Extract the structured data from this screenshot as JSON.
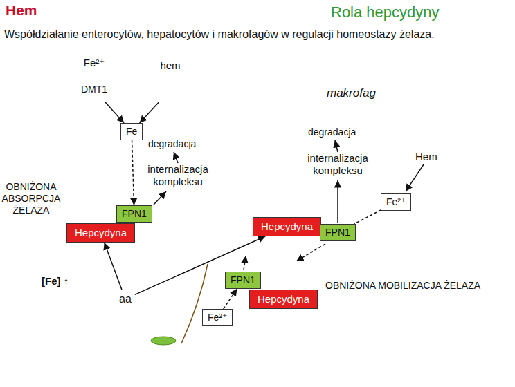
{
  "diagram": {
    "title": "Rola hepcydyny",
    "nodes": [
      {
        "text": [
          "Fe²⁺",
          "DMT1"
        ]
      },
      {
        "text": [
          "hem"
        ]
      },
      {
        "text": [
          "Fe"
        ]
      },
      {
        "text": [
          "FPN1"
        ]
      },
      {
        "text": [
          "Hepcydyna"
        ]
      },
      {
        "text": [
          "makrofag"
        ]
      },
      {
        "text": [
          "Fe²⁺"
        ],
        "in": 5
      },
      {
        "text": [
          "Hepcydyna"
        ]
      },
      {
        "text": [
          "FPN1"
        ]
      },
      {
        "text": [
          "aa"
        ]
      },
      {
        "text": [
          "FPN1"
        ],
        "in": 9
      },
      {
        "text": [
          "Hepcydyna"
        ],
        "in": 9
      },
      {
        "text": [
          "Fe²⁺"
        ],
        "in": 9
      }
    ],
    "edges": [
      {
        "from": 0,
        "to": 2,
        "arrow": "to"
      },
      {
        "from": 1,
        "to": 2,
        "arrow": "to"
      },
      {
        "from": 2,
        "to": 3,
        "arrow": "to"
      },
      {
        "from": 9,
        "to": 4,
        "arrow": "to"
      },
      {
        "from": 9,
        "to": 7,
        "arrow": "to"
      },
      {
        "from": 6,
        "to": 8,
        "arrow": "none"
      },
      {
        "from": 12,
        "to": 10,
        "arrow": "to"
      }
    ],
    "labels": [
      "Hem",
      "Współdziałanie enterocytów, hepatocytów i makrofagów w regulacji homeostazy żelaza.",
      "degradacja",
      "internalizacja kompleksu",
      "OBNIŻONA ABSORPCJA ŻELAZA",
      "degradacja",
      "internalizacja kompleksu",
      "Hem",
      "[Fe] ↑",
      "OBNIŻONA MOBILIZACJA ŻELAZA"
    ]
  }
}
